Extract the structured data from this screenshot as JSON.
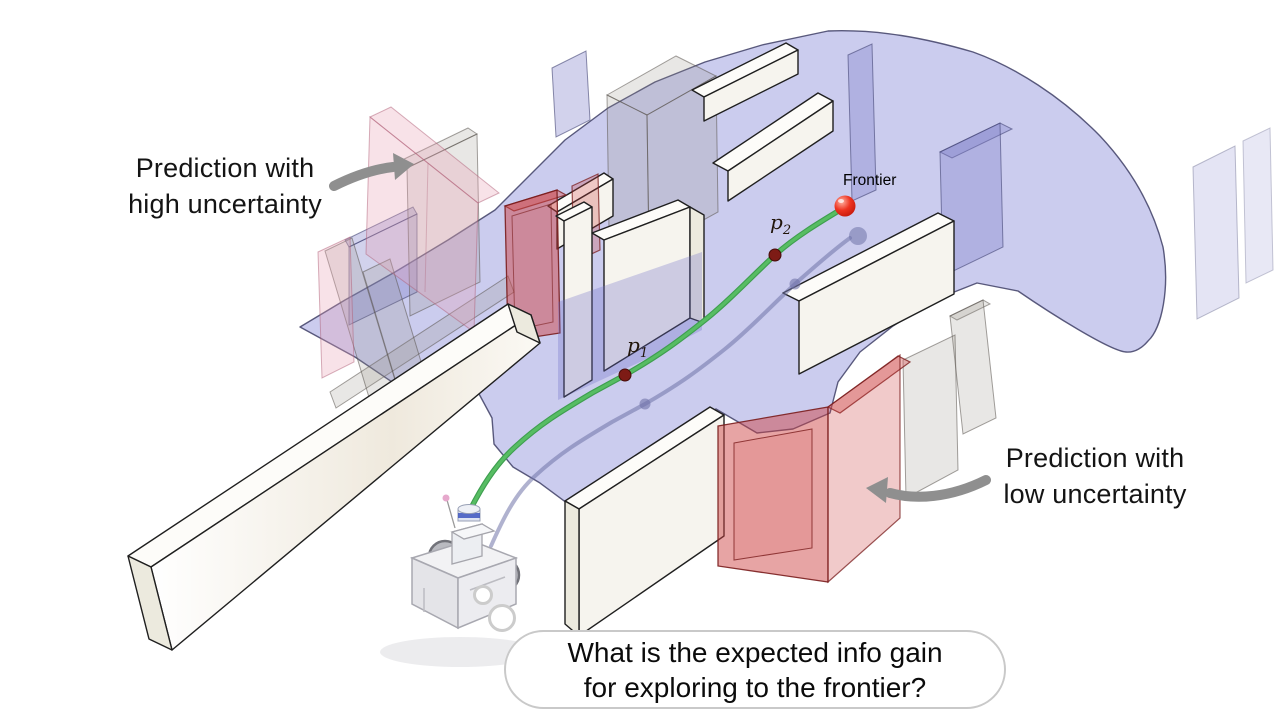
{
  "figure": {
    "annotations": {
      "high_uncertainty": {
        "line1": "Prediction with",
        "line2": "high uncertainty"
      },
      "low_uncertainty": {
        "line1": "Prediction with",
        "line2": "low uncertainty"
      }
    },
    "frontier": {
      "label": "Frontier"
    },
    "waypoints": [
      {
        "base": "p",
        "sub": "1"
      },
      {
        "base": "p",
        "sub": "2"
      }
    ],
    "question_bubble": {
      "line1": "What is the expected info gain",
      "line2": "for exploring to the frontier?"
    },
    "colors": {
      "observed_region_blue": "#8486d6",
      "region_outline": "#3f4066",
      "high_uncertainty_pink": "#e8a0b4",
      "low_uncertainty_red": "#cd4141",
      "red_outline": "#7a1d1d",
      "path_green": "#57bd63",
      "path_green_edge": "#3e9e4f",
      "path_shadow": "#6f72a8",
      "frontier_red": "#e81505",
      "waypoint_dark_red": "#7d1b15",
      "arrow_gray": "#8f8f8f",
      "wall_white": "#fdfcf9",
      "wall_outline": "#1f1f1f",
      "bubble_border": "#c9c9c9",
      "bubble_fill": "#ffffff",
      "text": "#141414"
    }
  }
}
